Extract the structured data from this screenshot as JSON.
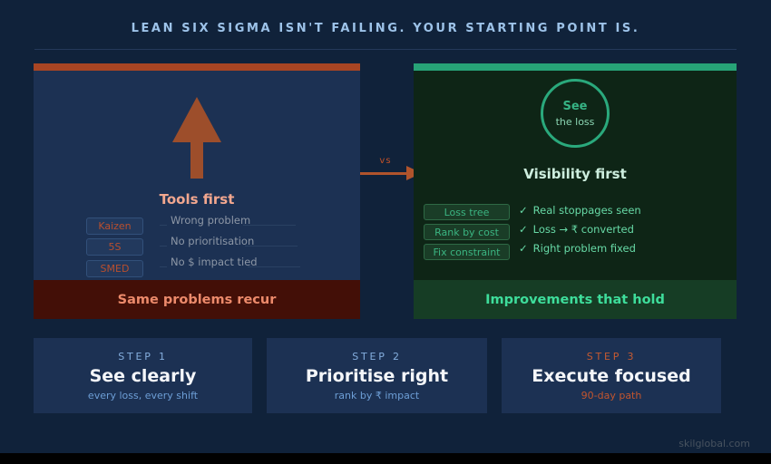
{
  "title": "LEAN SIX SIGMA ISN'T FAILING. YOUR STARTING POINT IS.",
  "vs_label": "vs",
  "watermark": "skilglobal.com",
  "left_panel": {
    "heading": "Tools first",
    "tools": [
      "Kaizen",
      "5S",
      "SMED"
    ],
    "problems": [
      "Wrong problem",
      "No prioritisation",
      "No $ impact tied"
    ],
    "footer": "Same problems recur"
  },
  "right_panel": {
    "circle": {
      "line1": "See",
      "line2": "the loss"
    },
    "heading": "Visibility first",
    "actions": [
      "Loss tree",
      "Rank by cost",
      "Fix constraint"
    ],
    "check_mark": "✓",
    "checks": [
      "Real stoppages seen",
      "Loss → ₹ converted",
      "Right problem fixed"
    ],
    "footer": "Improvements that hold"
  },
  "steps": [
    {
      "label": "STEP 1",
      "title": "See clearly",
      "subtitle": "every loss, every shift"
    },
    {
      "label": "STEP 2",
      "title": "Prioritise right",
      "subtitle": "rank by ₹ impact"
    },
    {
      "label": "STEP 3",
      "title": "Execute focused",
      "subtitle": "90-day path"
    }
  ],
  "colors": {
    "page_bg": "#10223a",
    "accent_orange": "#a84523",
    "accent_green": "#27a377",
    "failure_bar_bg": "#430f07",
    "success_bar_bg": "#163d25",
    "step3_accent": "#c55a31"
  }
}
